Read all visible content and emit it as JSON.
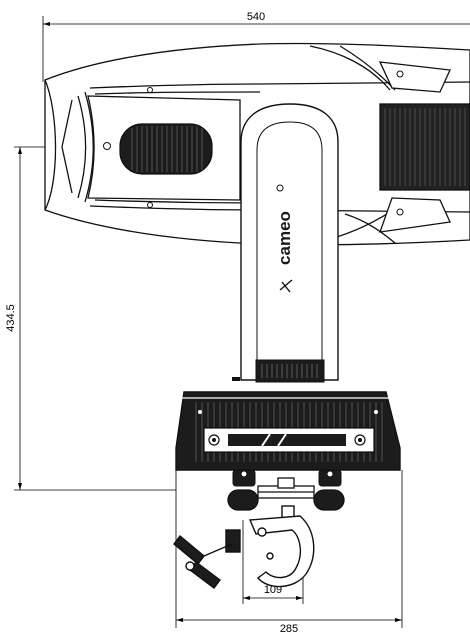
{
  "dimensions": {
    "overall_width": "540",
    "height": "434.5",
    "clamp_width": "109",
    "base_width": "285"
  },
  "brand": {
    "logo_text": "cameo"
  }
}
